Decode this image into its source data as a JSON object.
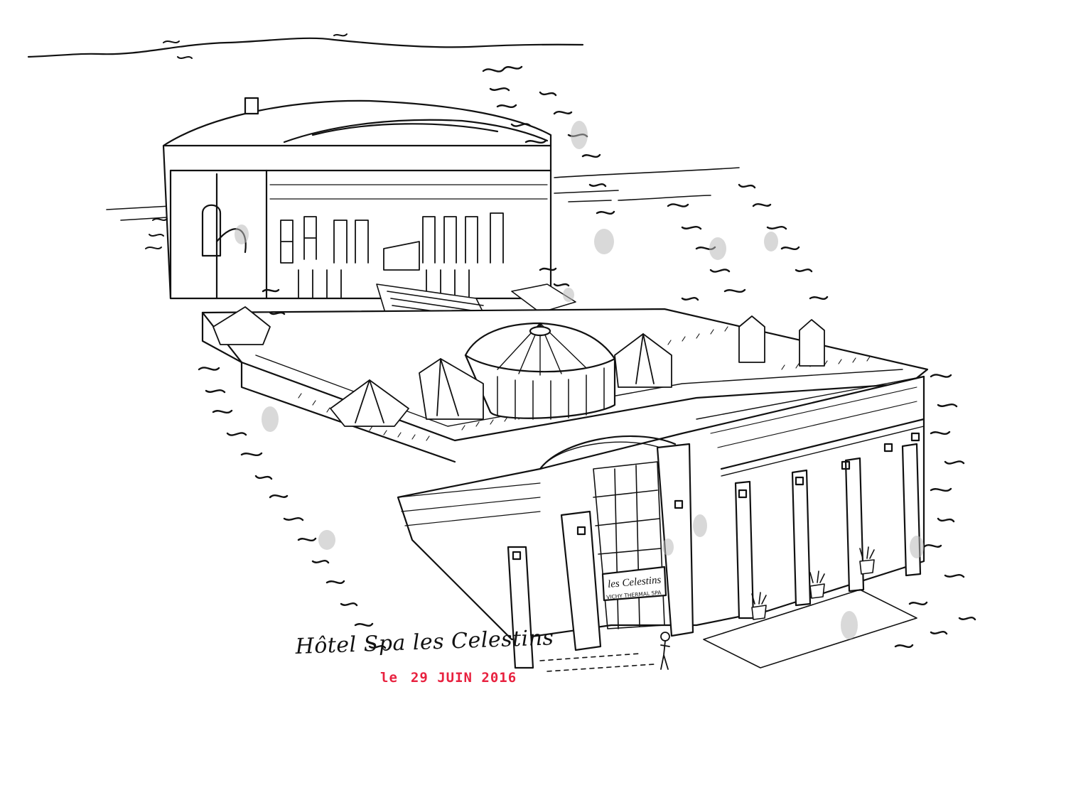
{
  "caption": "Hôtel Spa les Celestins",
  "stamp": {
    "prefix": "le",
    "date": "29 JUIN 2016"
  },
  "facade_sign": {
    "line1": "les Celestins",
    "line2": "VICHY THERMAL SPA"
  },
  "colors": {
    "ink": "#111111",
    "wash": "#b9b9b9",
    "stamp": "#e8213f",
    "paper": "#ffffff"
  }
}
